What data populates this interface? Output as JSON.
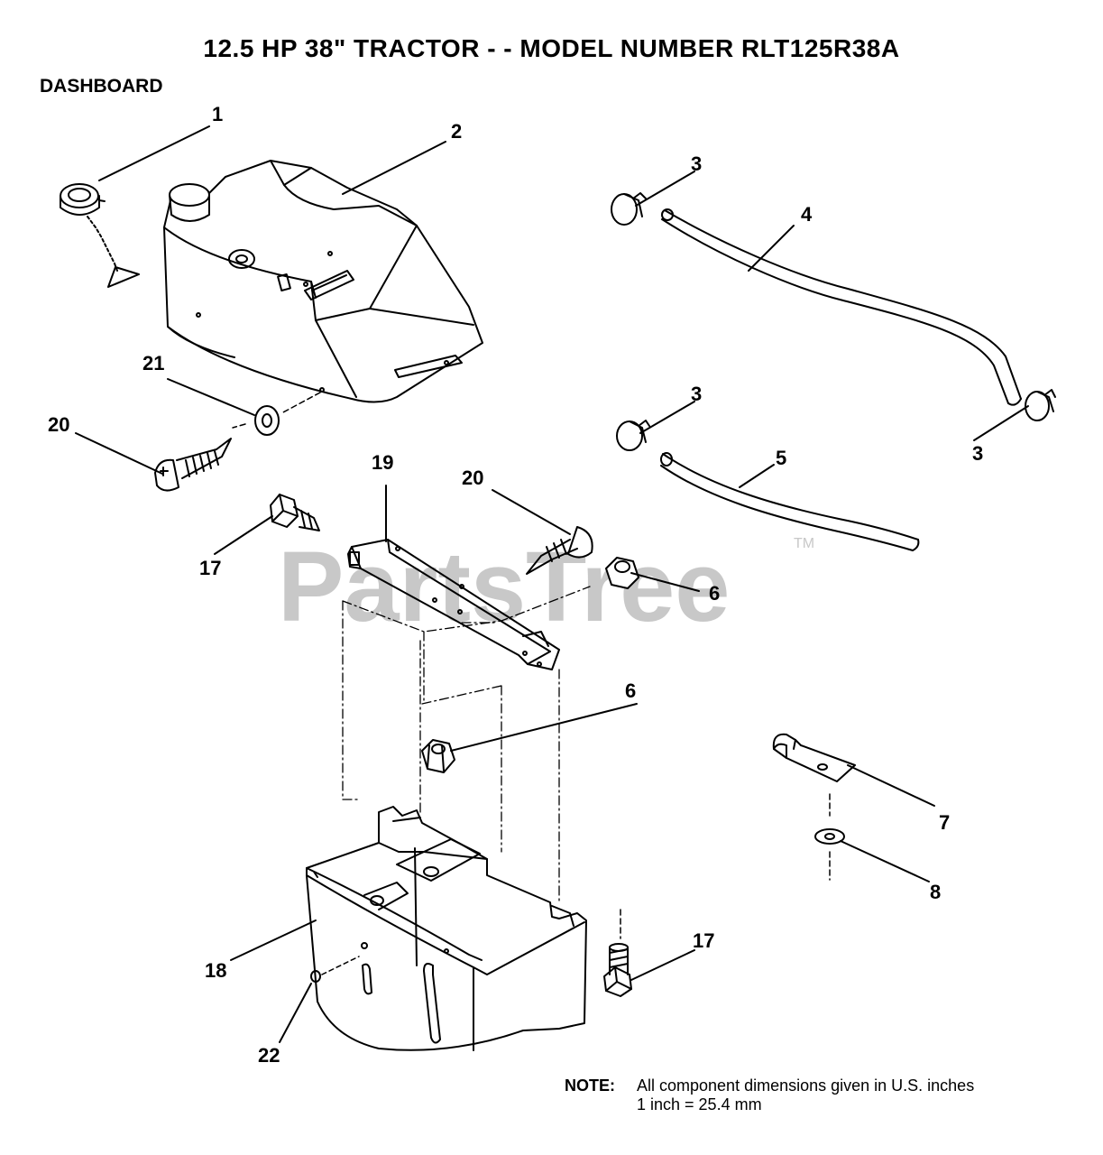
{
  "header": {
    "title": "12.5 HP 38\" TRACTOR - - MODEL NUMBER RLT125R38A",
    "section": "DASHBOARD"
  },
  "watermark": {
    "text": "PartsTree",
    "trademark": "TM"
  },
  "callouts": [
    "1",
    "2",
    "3",
    "4",
    "3",
    "3",
    "5",
    "21",
    "20",
    "19",
    "20",
    "17",
    "6",
    "6",
    "7",
    "8",
    "18",
    "17",
    "22"
  ],
  "note": {
    "label": "NOTE:",
    "line1": "All component dimensions given in U.S. inches",
    "line2": "1 inch = 25.4 mm"
  },
  "colors": {
    "ink": "#000000",
    "watermark": "#c8c8c8",
    "background": "#ffffff"
  }
}
